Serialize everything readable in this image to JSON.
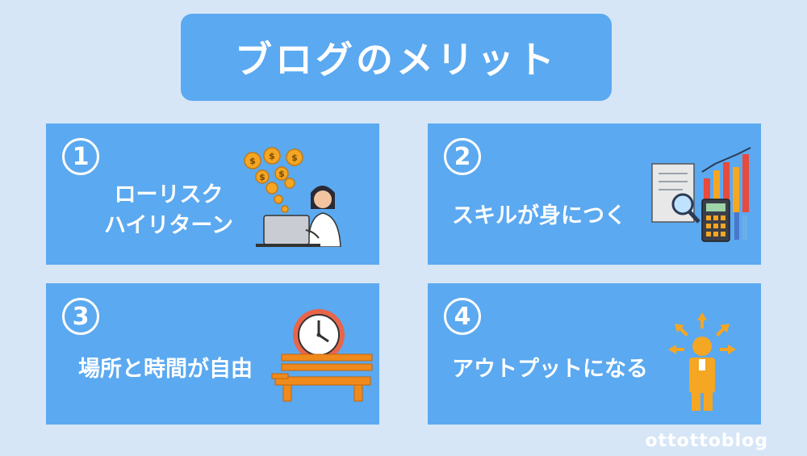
{
  "title": "ブログのメリット",
  "cards": [
    {
      "number": "1",
      "line1": "ローリスク",
      "line2": "ハイリターン",
      "illustration": "woman-laptop-coins-illustration"
    },
    {
      "number": "2",
      "label": "スキルが身につく",
      "illustration": "charts-calculator-illustration"
    },
    {
      "number": "3",
      "label": "場所と時間が自由",
      "illustration": "clock-bench-illustration"
    },
    {
      "number": "4",
      "label": "アウトプットになる",
      "illustration": "person-arrows-illustration"
    }
  ],
  "footer": "ottottoblog",
  "colors": {
    "background": "#d6e6f7",
    "card": "#5ba9f0",
    "text": "#ffffff",
    "accent_orange": "#f5a623"
  }
}
